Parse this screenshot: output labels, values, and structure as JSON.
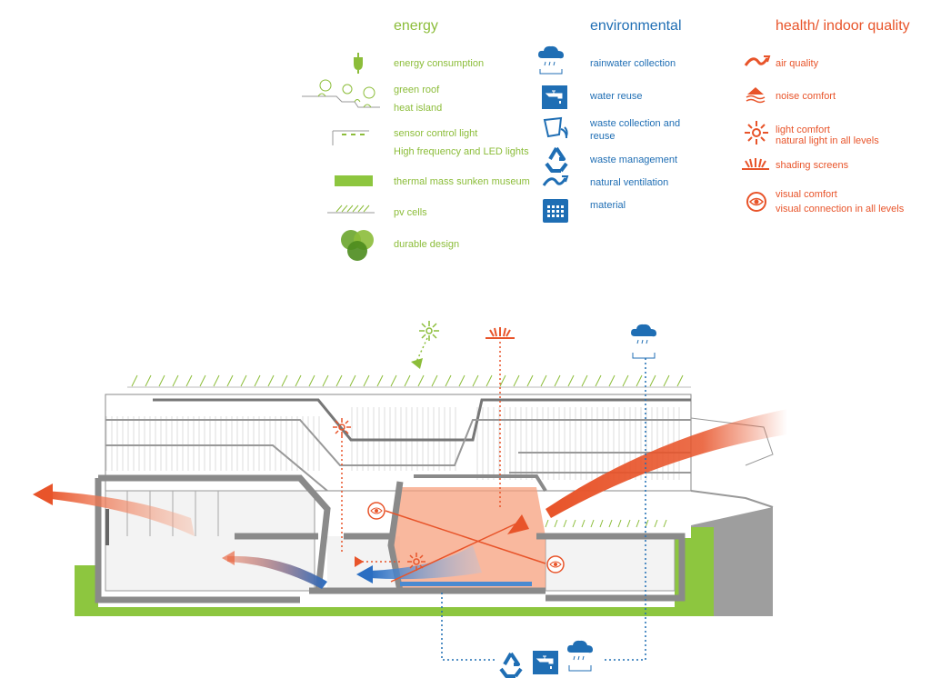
{
  "legend": {
    "energy": {
      "title": "energy",
      "items": [
        {
          "label": "energy consumption",
          "icon": "plug-icon"
        },
        {
          "label": "green roof",
          "icon": "green-roof-icon"
        },
        {
          "label": "heat island",
          "icon": "green-roof-icon"
        },
        {
          "label": "sensor control light",
          "icon": "sensor-light-icon"
        },
        {
          "label": "High frequency and LED lights",
          "icon": "sensor-light-icon"
        },
        {
          "label": "thermal mass sunken museum",
          "icon": "thermal-mass-icon"
        },
        {
          "label": "pv cells",
          "icon": "pv-cells-icon"
        },
        {
          "label": "durable design",
          "icon": "durable-design-icon"
        }
      ]
    },
    "environmental": {
      "title": "environmental",
      "items": [
        {
          "label": "rainwater collection",
          "icon": "rain-cloud-icon"
        },
        {
          "label": "water reuse",
          "icon": "water-tap-icon"
        },
        {
          "label": "waste collection and",
          "label2": "reuse",
          "icon": "waste-bin-icon"
        },
        {
          "label": "waste management",
          "icon": "recycle-icon"
        },
        {
          "label": "natural ventilation",
          "icon": "ventilation-arrow-icon"
        },
        {
          "label": "material",
          "icon": "material-grid-icon"
        }
      ]
    },
    "health": {
      "title": "health/ indoor quality",
      "items": [
        {
          "label": "air quality",
          "icon": "air-quality-icon"
        },
        {
          "label": "noise comfort",
          "icon": "noise-comfort-icon"
        },
        {
          "label": "light comfort",
          "label2": "natural light in all levels",
          "icon": "sun-icon"
        },
        {
          "label": "shading screens",
          "icon": "shading-screens-icon"
        },
        {
          "label": "visual comfort",
          "label2": "visual connection in all levels",
          "icon": "eye-icon"
        }
      ]
    }
  },
  "colors": {
    "energy": "#8cbd3a",
    "environmental": "#1f6eb4",
    "health": "#e8542a",
    "thermal_mass": "#8dc63f",
    "structure": "#8a8a8a"
  }
}
